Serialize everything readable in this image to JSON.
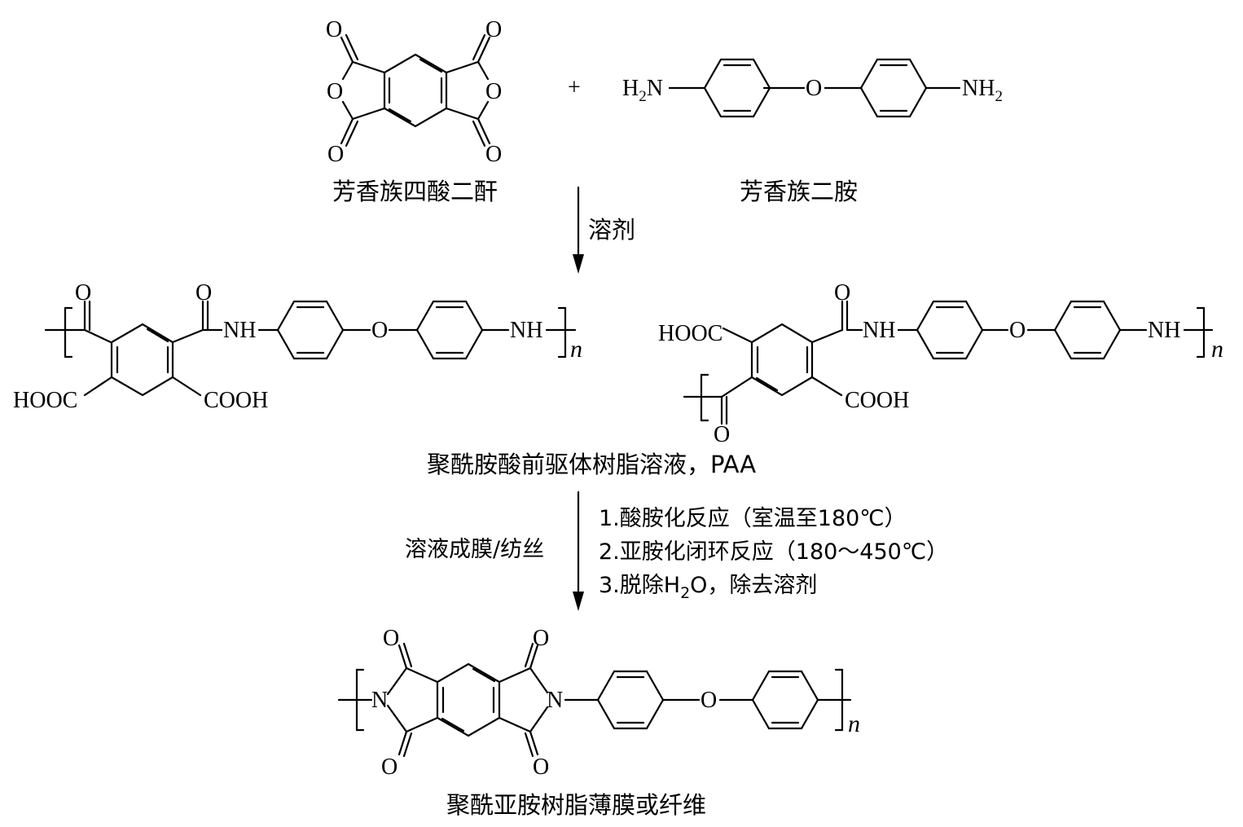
{
  "colors": {
    "ink": "#000000",
    "background": "#ffffff"
  },
  "reactants": {
    "dianhydride_caption": "芳香族四酸二酐",
    "plus": "+",
    "diamine_caption": "芳香族二胺",
    "atoms": {
      "o": "O",
      "h2n": "H",
      "h2n_sub": "2",
      "h2n_tail": "N",
      "nh2": "NH",
      "nh2_sub": "2"
    }
  },
  "step1": {
    "condition": "溶剂"
  },
  "intermediate": {
    "caption": "聚酰胺酸前驱体树脂溶液，PAA",
    "atoms": {
      "o": "O",
      "nh": "NH",
      "hooc": "HOOC",
      "cooh": "COOH",
      "n": "n"
    }
  },
  "step2": {
    "left_condition": "溶液成膜/纺丝",
    "conditions": [
      "1.酸胺化反应（室温至180℃）",
      "2.亚胺化闭环反应（180～450℃）"
    ],
    "cond3_prefix": "3.脱除H",
    "cond3_sub": "2",
    "cond3_suffix": "O，除去溶剂"
  },
  "product": {
    "caption": "聚酰亚胺树脂薄膜或纤维",
    "atoms": {
      "o": "O",
      "n_atom": "N",
      "n": "n"
    }
  }
}
